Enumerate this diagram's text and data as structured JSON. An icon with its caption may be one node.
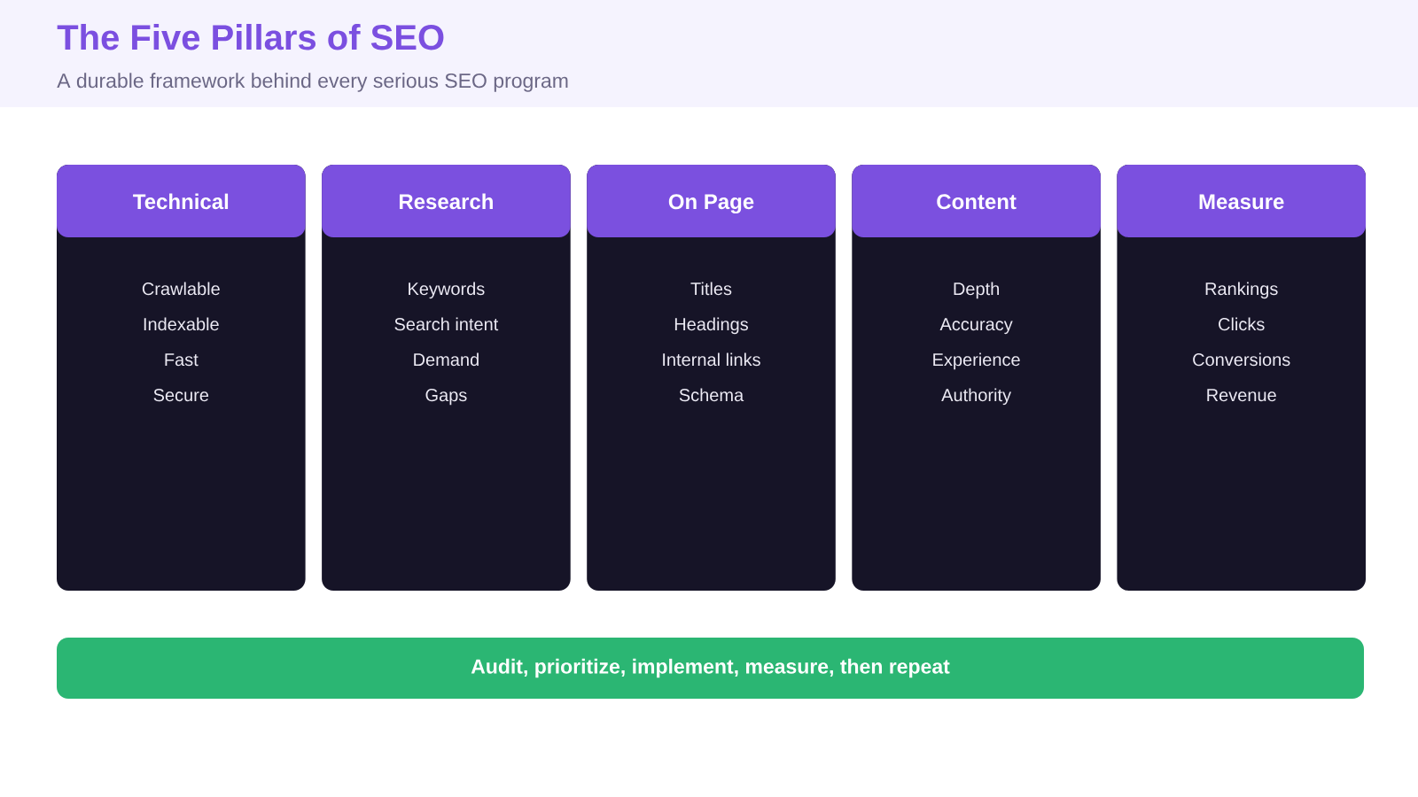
{
  "diagram": {
    "title": "The Five Pillars of SEO",
    "nodes": [
      {
        "text": [
          "Technical",
          "Crawlable",
          "Indexable",
          "Fast",
          "Secure"
        ]
      },
      {
        "text": [
          "Research",
          "Keywords",
          "Search intent",
          "Demand",
          "Gaps"
        ]
      },
      {
        "text": [
          "On Page",
          "Titles",
          "Headings",
          "Internal links",
          "Schema"
        ]
      },
      {
        "text": [
          "Content",
          "Depth",
          "Accuracy",
          "Experience",
          "Authority"
        ]
      },
      {
        "text": [
          "Measure",
          "Rankings",
          "Clicks",
          "Conversions",
          "Revenue"
        ]
      },
      {
        "text": [
          "Audit, prioritize, implement, measure, then repeat"
        ]
      }
    ],
    "labels": [
      "A durable framework behind every serious SEO program"
    ]
  }
}
